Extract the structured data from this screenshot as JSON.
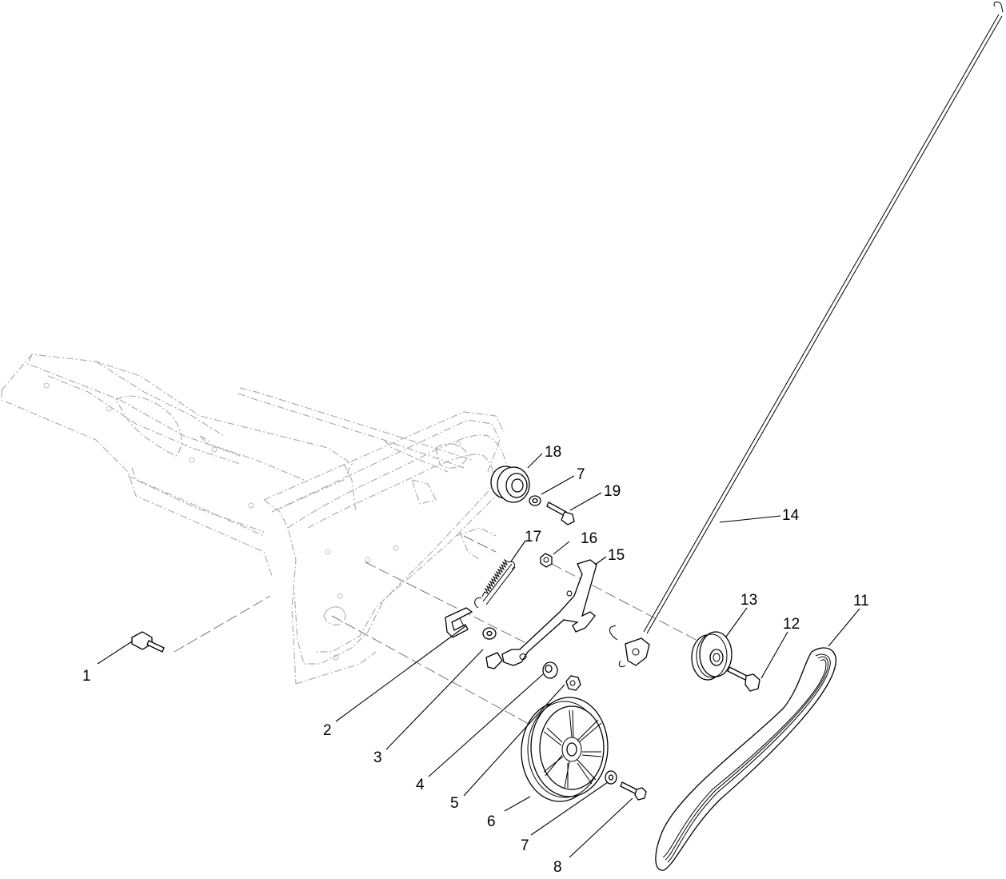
{
  "callouts": [
    {
      "label": "1"
    },
    {
      "label": "2"
    },
    {
      "label": "3"
    },
    {
      "label": "4"
    },
    {
      "label": "5"
    },
    {
      "label": "6"
    },
    {
      "label": "7"
    },
    {
      "label": "8"
    },
    {
      "label": "11"
    },
    {
      "label": "12"
    },
    {
      "label": "13"
    },
    {
      "label": "14"
    },
    {
      "label": "15"
    },
    {
      "label": "16"
    },
    {
      "label": "17"
    },
    {
      "label": "18"
    },
    {
      "label": "7"
    },
    {
      "label": "19"
    }
  ]
}
